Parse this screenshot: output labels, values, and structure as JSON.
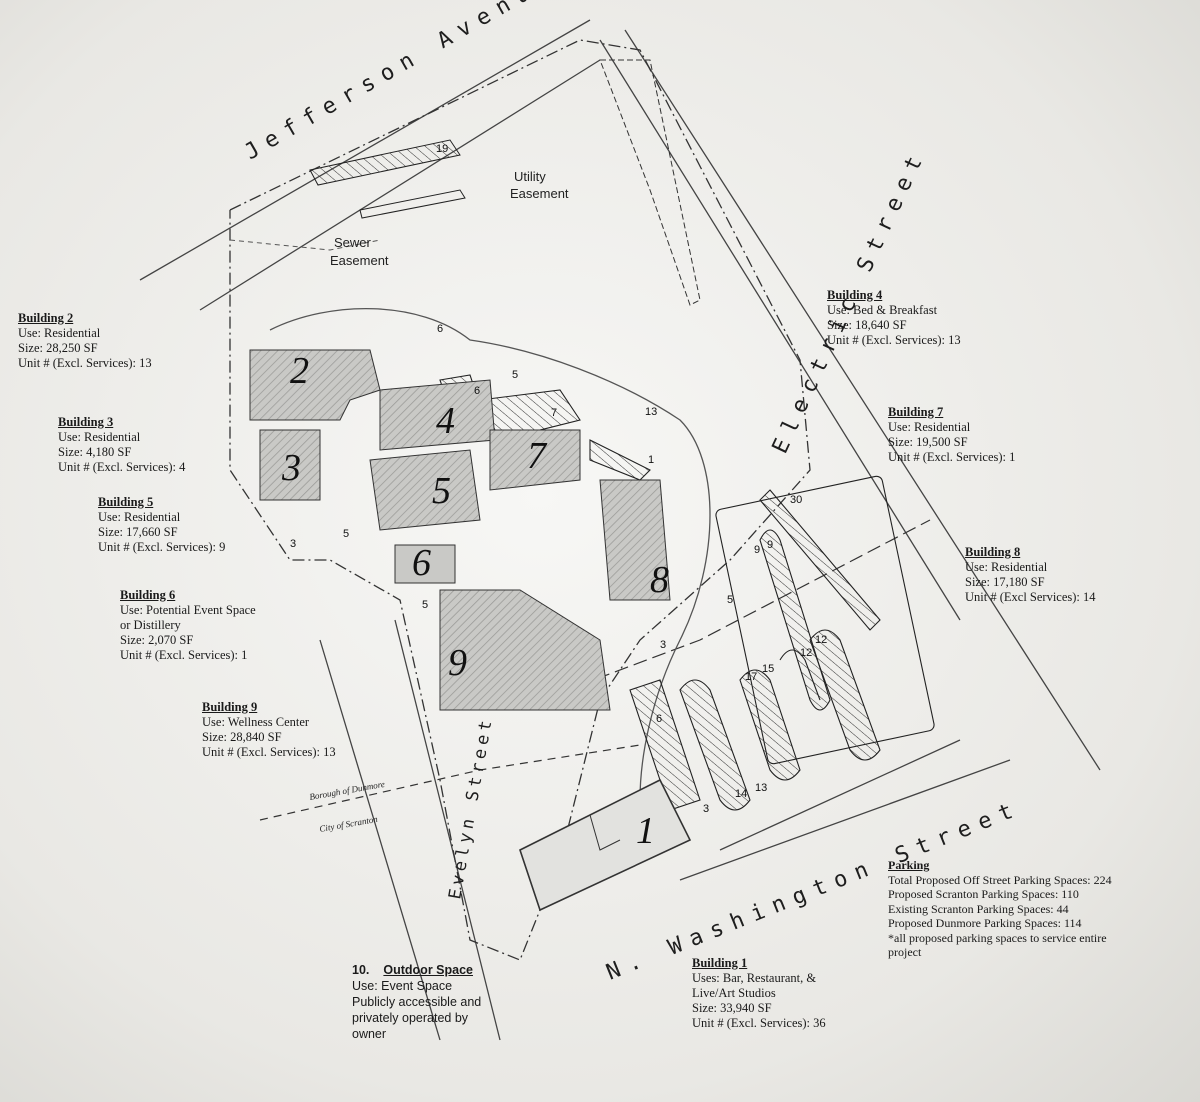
{
  "streets": {
    "jefferson": "Jefferson Avenue",
    "electric": "Electric Street",
    "washington": "N. Washington Street",
    "evelyn": "Evelyn Street"
  },
  "easements": {
    "utility_1": "Utility",
    "utility_2": "Easement",
    "sewer_1": "Sewer",
    "sewer_2": "Easement"
  },
  "boroughs": {
    "dunmore": "Borough of Dunmore",
    "scranton": "City of Scranton"
  },
  "buildings": {
    "b1": "1",
    "b2": "2",
    "b3": "3",
    "b4": "4",
    "b5": "5",
    "b6": "6",
    "b7": "7",
    "b8": "8",
    "b9": "9"
  },
  "parking_counts": {
    "p19": "19",
    "p6a": "6",
    "p5a": "5",
    "p6b": "6",
    "p7": "7",
    "p13a": "13",
    "p1": "1",
    "p30": "30",
    "p3a": "3",
    "p5b": "5",
    "p9a": "9",
    "p9b": "9",
    "p5c": "5",
    "p5d": "5",
    "p3b": "3",
    "p12a": "12",
    "p12b": "12",
    "p17": "17",
    "p15": "15",
    "p6c": "6",
    "p14": "14",
    "p13b": "13",
    "p3c": "3"
  },
  "notes": {
    "building2": {
      "title": "Building 2",
      "use": "Use: Residential",
      "size": "Size: 28,250 SF",
      "units": "Unit # (Excl. Services): 13"
    },
    "building3": {
      "title": "Building 3",
      "use": "Use: Residential",
      "size": "Size: 4,180 SF",
      "units": "Unit # (Excl. Services): 4"
    },
    "building5": {
      "title": "Building 5",
      "use": "Use: Residential",
      "size": "Size: 17,660 SF",
      "units": "Unit # (Excl. Services): 9"
    },
    "building6": {
      "title": "Building 6",
      "use1": "Use: Potential Event Space",
      "use2": "or Distillery",
      "size": "Size: 2,070 SF",
      "units": "Unit # (Excl. Services): 1"
    },
    "building9": {
      "title": "Building 9",
      "use": "Use: Wellness Center",
      "size": "Size: 28,840 SF",
      "units": "Unit # (Excl. Services): 13"
    },
    "building4": {
      "title": "Building 4",
      "use": "Use: Bed & Breakfast",
      "size": "Size: 18,640 SF",
      "units": "Unit # (Excl. Services): 13"
    },
    "building7": {
      "title": "Building 7",
      "use": "Use: Residential",
      "size": "Size: 19,500 SF",
      "units": "Unit # (Excl. Services): 1"
    },
    "building8": {
      "title": "Building 8",
      "use": "Use: Residential",
      "size": "Size: 17,180 SF",
      "units": "Unit # (Excl Services): 14"
    },
    "building1": {
      "title": "Building 1",
      "use1": "Uses: Bar, Restaurant, &",
      "use2": "Live/Art Studios",
      "size": "Size: 33,940 SF",
      "units": "Unit # (Excl. Services): 36"
    },
    "outdoor": {
      "num": "10.",
      "title": "Outdoor Space",
      "use": "Use: Event Space",
      "d1": "Publicly accessible and",
      "d2": "privately operated by",
      "d3": "owner"
    },
    "parking": {
      "title": "Parking",
      "l1": "Total Proposed Off Street Parking Spaces: 224",
      "l2": "Proposed Scranton Parking Spaces: 110",
      "l3": "Existing Scranton Parking Spaces: 44",
      "l4": "Proposed Dunmore Parking Spaces: 114",
      "l5": "*all proposed parking spaces to service entire",
      "l6": "project"
    }
  }
}
